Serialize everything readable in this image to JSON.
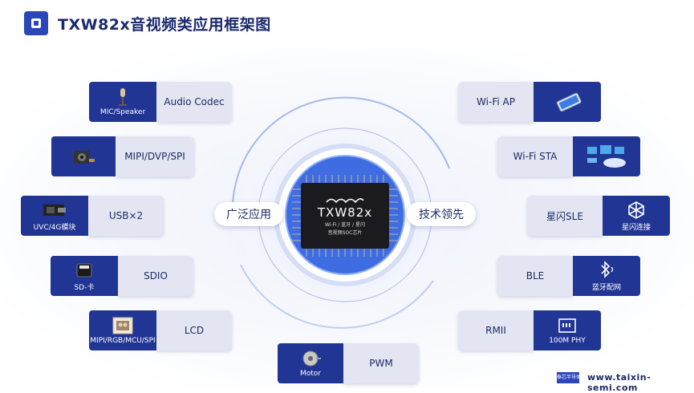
{
  "header": {
    "title": "TXW82x音视频类应用框架图"
  },
  "center": {
    "left_pill": "广泛应用",
    "right_pill": "技术领先",
    "chip_name": "TXW82x",
    "chip_sub1": "Wi-Fi / 蓝牙 / 星闪",
    "chip_sub2": "音视频SOC芯片"
  },
  "left_cards": [
    {
      "caption": "MIC/Speaker",
      "label": "Audio Codec",
      "icon": "microphone-icon"
    },
    {
      "caption": "",
      "label": "MIPI/DVP/SPI",
      "icon": "camera-module-icon"
    },
    {
      "caption": "UVC/4G模块",
      "label": "USB×2",
      "icon": "usb-module-icon"
    },
    {
      "caption": "SD-卡",
      "label": "SDIO",
      "icon": "sd-card-icon"
    },
    {
      "caption": "MIPI/RGB/MCU/SPI",
      "label": "LCD",
      "icon": "lcd-photo-icon"
    }
  ],
  "bottom_card": {
    "caption": "Motor",
    "label": "PWM",
    "icon": "motor-icon"
  },
  "right_cards": [
    {
      "caption": "",
      "label": "Wi-Fi AP",
      "icon": "smartphone-icon"
    },
    {
      "caption": "",
      "label": "Wi-Fi STA",
      "icon": "cloud-network-icon"
    },
    {
      "caption": "星闪连接",
      "label": "星闪SLE",
      "icon": "sle-star-icon"
    },
    {
      "caption": "蓝牙配网",
      "label": "BLE",
      "icon": "bluetooth-icon"
    },
    {
      "caption": "100M PHY",
      "label": "RMII",
      "icon": "ethernet-port-icon"
    }
  ],
  "footer": {
    "logo_text": "泰芯半导体",
    "url": "www.taixin-semi.com"
  },
  "colors": {
    "dark_blue": "#213594",
    "light_panel": "#e3e6f2",
    "title": "#1b2a6b"
  }
}
